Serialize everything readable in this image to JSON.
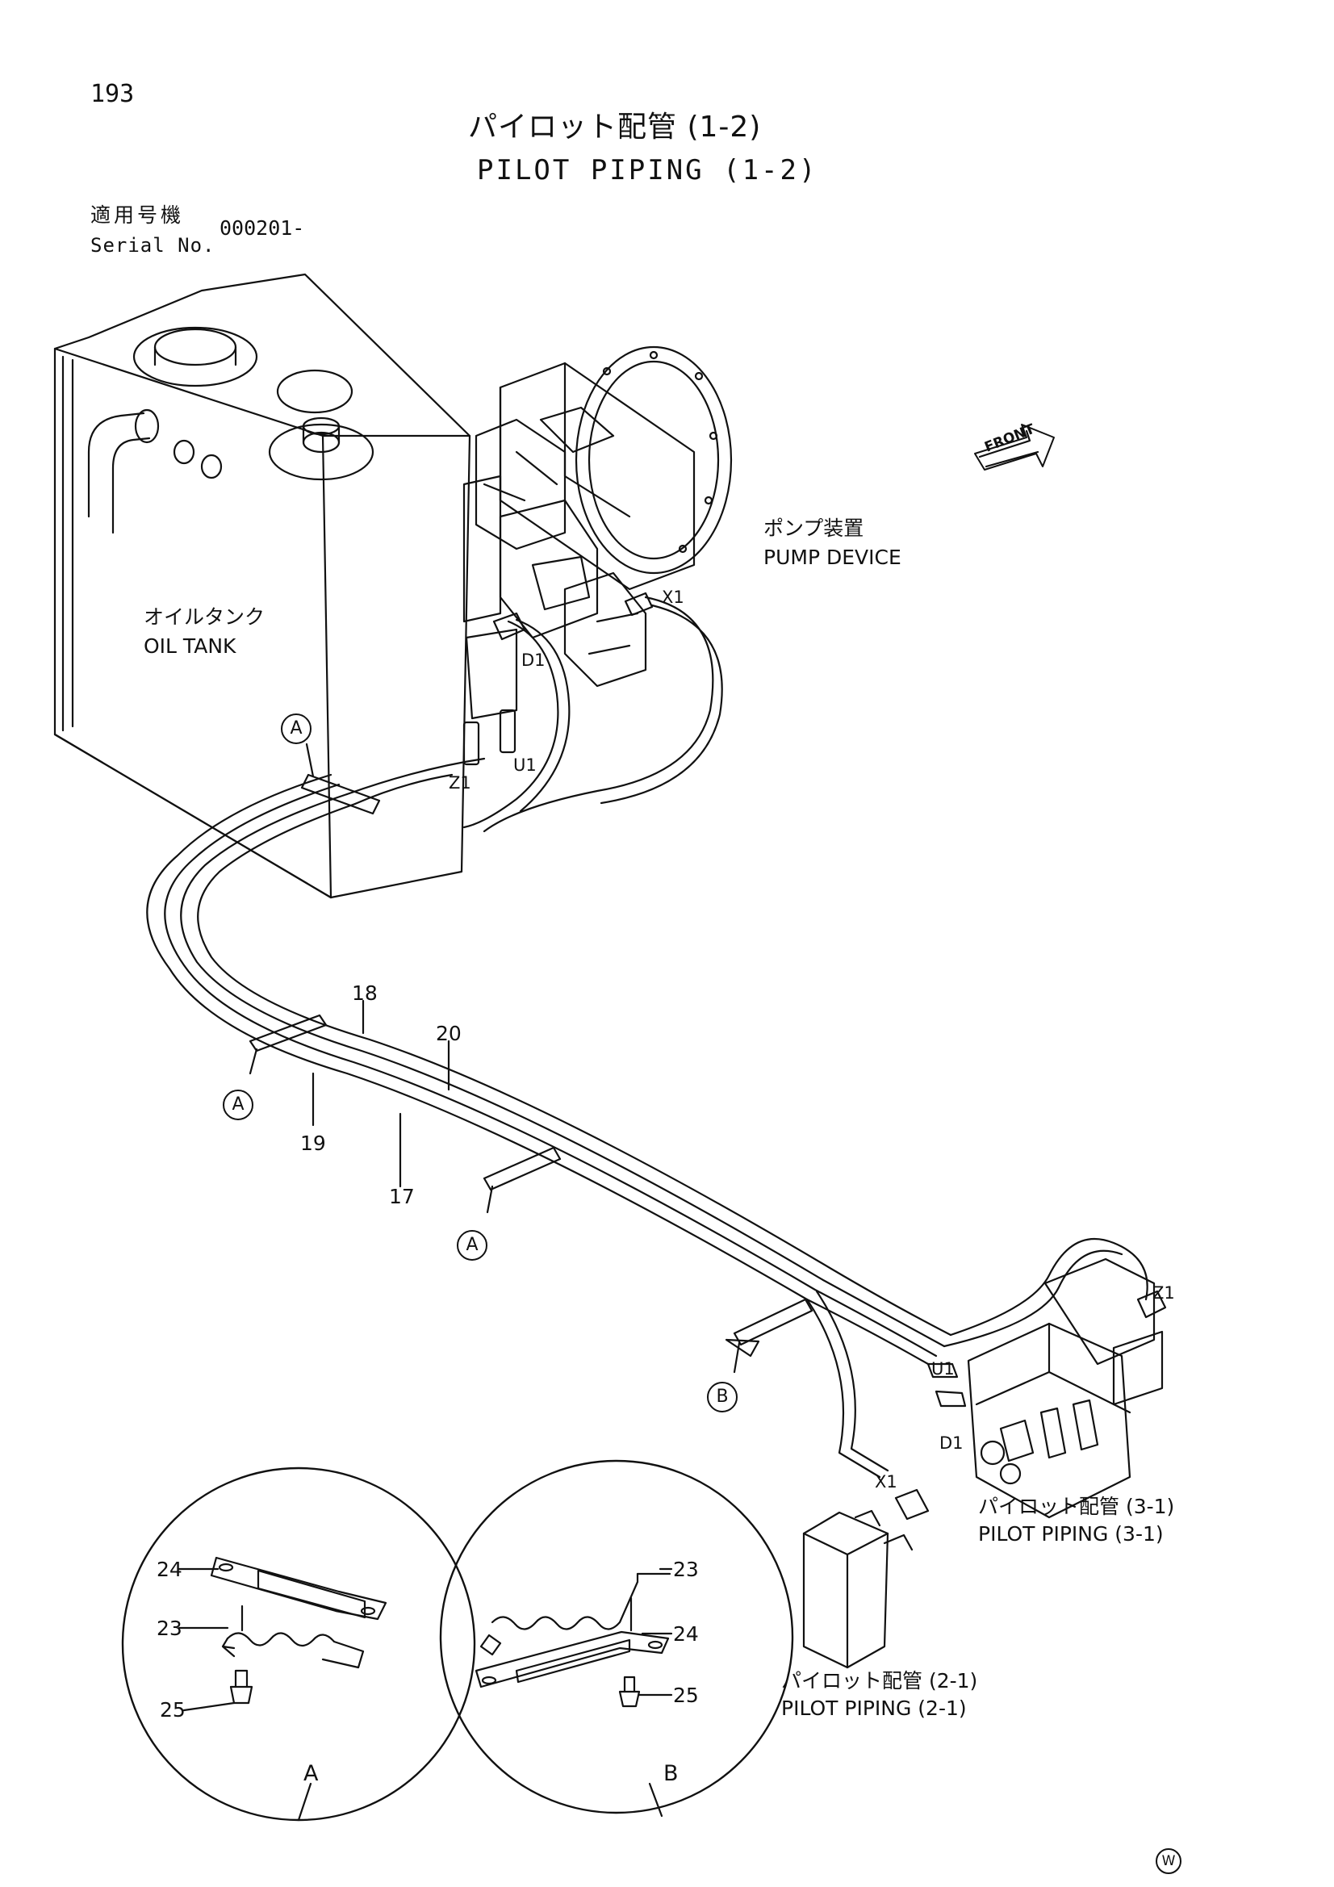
{
  "page_number": "193",
  "title": {
    "japanese": "パイロット配管 (1-2)",
    "english": "PILOT PIPING (1-2)"
  },
  "serial": {
    "label_ja": "適用号機",
    "label_en": "Serial No.",
    "value": "000201-"
  },
  "components": {
    "oil_tank_ja": "オイルタンク",
    "oil_tank_en": "OIL TANK",
    "pump_device_ja": "ポンプ装置",
    "pump_device_en": "PUMP DEVICE",
    "pilot_piping_3_1_ja": "パイロット配管 (3-1)",
    "pilot_piping_3_1_en": "PILOT PIPING (3-1)",
    "pilot_piping_2_1_ja": "パイロット配管 (2-1)",
    "pilot_piping_2_1_en": "PILOT PIPING (2-1)"
  },
  "front_arrow_label": "FRONT",
  "ports": {
    "x1_pump": "X1",
    "d1_pump": "D1",
    "u1_pump": "U1",
    "z1_pump": "Z1",
    "z1_valve": "Z1",
    "u1_valve": "U1",
    "d1_valve": "D1",
    "x1_box": "X1"
  },
  "clamp_callouts": {
    "a1": "A",
    "a2": "A",
    "a3": "A",
    "b1": "B"
  },
  "part_numbers": {
    "hose_18": "18",
    "hose_20": "20",
    "hose_19": "19",
    "hose_17": "17",
    "detail_a_24": "24",
    "detail_a_23": "23",
    "detail_a_25": "25",
    "detail_b_23": "23",
    "detail_b_24": "24",
    "detail_b_25": "25"
  },
  "detail_labels": {
    "a": "A",
    "b": "B"
  },
  "manufacturer_mark": "W"
}
